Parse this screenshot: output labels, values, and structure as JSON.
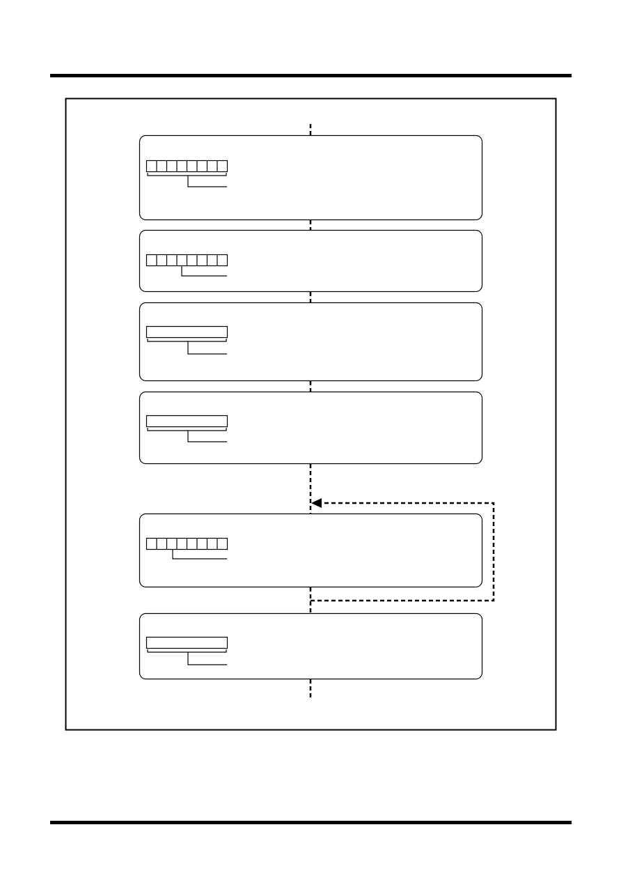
{
  "diagram": {
    "stroke_color": "#000000",
    "background_color": "#ffffff",
    "blocks": [
      {
        "register": "bit-field",
        "bits": 8
      },
      {
        "register": "bit-field",
        "bits": 8
      },
      {
        "register": "word"
      },
      {
        "register": "word"
      },
      {
        "register": "bit-field",
        "bits": 8
      },
      {
        "register": "word"
      }
    ],
    "loop": {
      "from_block": 5,
      "to_block": 5,
      "style": "dashed",
      "direction": "back-to-entry"
    }
  }
}
